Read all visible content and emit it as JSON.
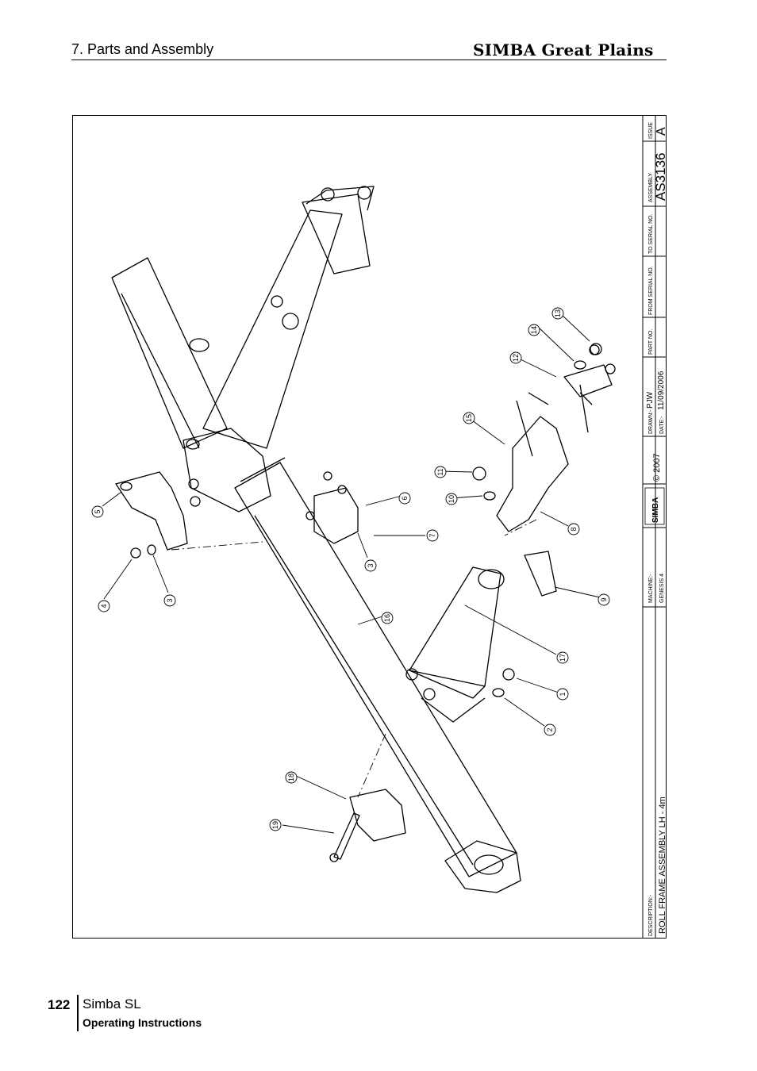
{
  "header": {
    "section_title": "7. Parts and Assembly",
    "brand": "SIMBA Great Plains"
  },
  "footer": {
    "page_number": "122",
    "product": "Simba SL",
    "doc_type": "Operating Instructions"
  },
  "title_block": {
    "issue_label": "ISSUE",
    "issue_value": "A",
    "assembly_label": "ASSEMBLY",
    "assembly_value": "AS3136",
    "to_serial_label": "TO SERIAL NO.",
    "from_serial_label": "FROM SERIAL NO.",
    "part_no_label": "PART NO.",
    "drawn_label": "DRAWN:-",
    "drawn_value": "PJW",
    "date_label": "DATE:-",
    "date_value": "11/09/2006",
    "copyright": "© 2007",
    "logo_text": "SIMBA",
    "machine_label": "MACHINE:-",
    "machine_value": "GENESIS 4",
    "description_label": "DESCRIPTION:-",
    "description_value": "ROLL FRAME ASSEMBLY LH - 4m"
  },
  "callouts": [
    "1",
    "2",
    "3",
    "3",
    "4",
    "5",
    "6",
    "7",
    "8",
    "9",
    "10",
    "11",
    "12",
    "13",
    "14",
    "15",
    "16",
    "17",
    "18",
    "19"
  ]
}
